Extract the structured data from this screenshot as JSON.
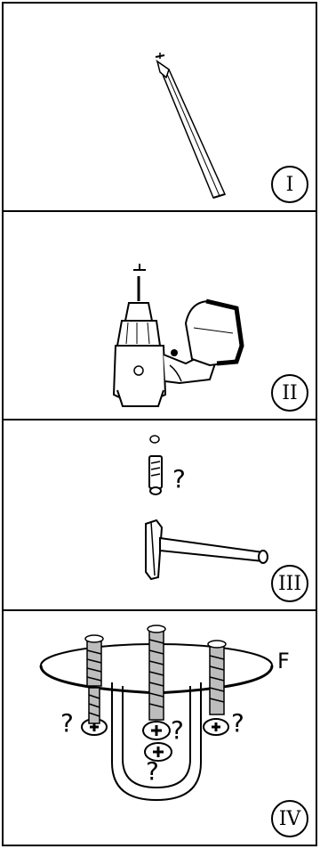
{
  "steps": [
    {
      "numeral": "I",
      "tool": "pencil-icon"
    },
    {
      "numeral": "II",
      "tool": "drill-icon"
    },
    {
      "numeral": "III",
      "tool": "hammer-icon"
    },
    {
      "numeral": "IV",
      "tool": "hook-screws-icon"
    }
  ],
  "labels": {
    "anchor_question": "?",
    "screw_question_left": "?",
    "screw_question_center": "?",
    "screw_question_right": "?",
    "hook_question": "?",
    "flange_label": "F"
  },
  "colors": {
    "line": "#000000",
    "fill": "#ffffff",
    "grey": "#bdbdbd"
  }
}
